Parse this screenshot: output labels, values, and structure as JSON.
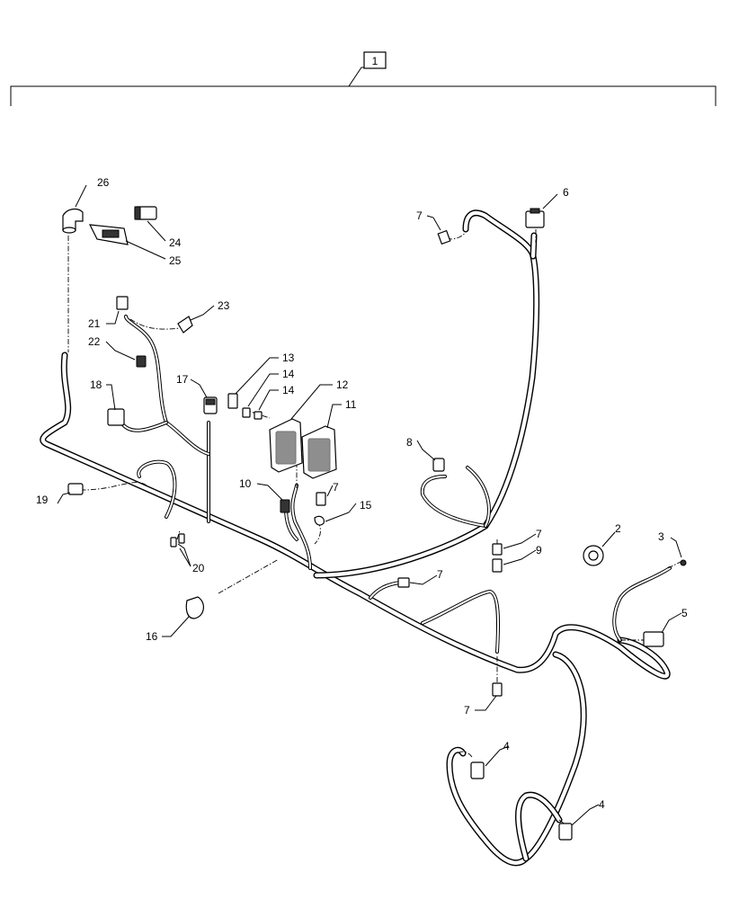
{
  "assembly": {
    "label": "1"
  },
  "callouts": [
    {
      "id": "c26",
      "label": "26"
    },
    {
      "id": "c24",
      "label": "24"
    },
    {
      "id": "c25",
      "label": "25"
    },
    {
      "id": "c7a",
      "label": "7"
    },
    {
      "id": "c6",
      "label": "6"
    },
    {
      "id": "c23",
      "label": "23"
    },
    {
      "id": "c21",
      "label": "21"
    },
    {
      "id": "c22",
      "label": "22"
    },
    {
      "id": "c13",
      "label": "13"
    },
    {
      "id": "c14a",
      "label": "14"
    },
    {
      "id": "c14b",
      "label": "14"
    },
    {
      "id": "c12",
      "label": "12"
    },
    {
      "id": "c11",
      "label": "11"
    },
    {
      "id": "c18",
      "label": "18"
    },
    {
      "id": "c17",
      "label": "17"
    },
    {
      "id": "c8",
      "label": "8"
    },
    {
      "id": "c10",
      "label": "10"
    },
    {
      "id": "c7b",
      "label": "7"
    },
    {
      "id": "c15",
      "label": "15"
    },
    {
      "id": "c19",
      "label": "19"
    },
    {
      "id": "c20",
      "label": "20"
    },
    {
      "id": "c2",
      "label": "2"
    },
    {
      "id": "c3",
      "label": "3"
    },
    {
      "id": "c7c",
      "label": "7"
    },
    {
      "id": "c9",
      "label": "9"
    },
    {
      "id": "c7d",
      "label": "7"
    },
    {
      "id": "c5",
      "label": "5"
    },
    {
      "id": "c16",
      "label": "16"
    },
    {
      "id": "c7e",
      "label": "7"
    },
    {
      "id": "c4a",
      "label": "4"
    },
    {
      "id": "c4b",
      "label": "4"
    }
  ]
}
